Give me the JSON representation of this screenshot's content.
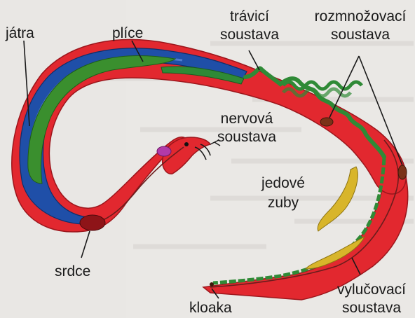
{
  "labels": {
    "jatra": "játra",
    "plice": "plíce",
    "travici_1": "trávicí",
    "travici_2": "soustava",
    "rozmnozovaci_1": "rozmnožovací",
    "rozmnozovaci_2": "soustava",
    "nervova_1": "nervová",
    "nervova_2": "soustava",
    "jedove_1": "jedové",
    "jedove_2": "zuby",
    "srdce": "srdce",
    "kloaka": "kloaka",
    "vylucovaci_1": "vylučovací",
    "vylucovaci_2": "soustava"
  },
  "colors": {
    "background": "#e9e7e4",
    "body": "#e2282f",
    "lungs": "#1f4fa8",
    "liver": "#3a8f2e",
    "intestine": "#2f8a36",
    "kidney": "#d8b52a",
    "heart": "#8e1418",
    "nerve": "#6b1d1d"
  }
}
